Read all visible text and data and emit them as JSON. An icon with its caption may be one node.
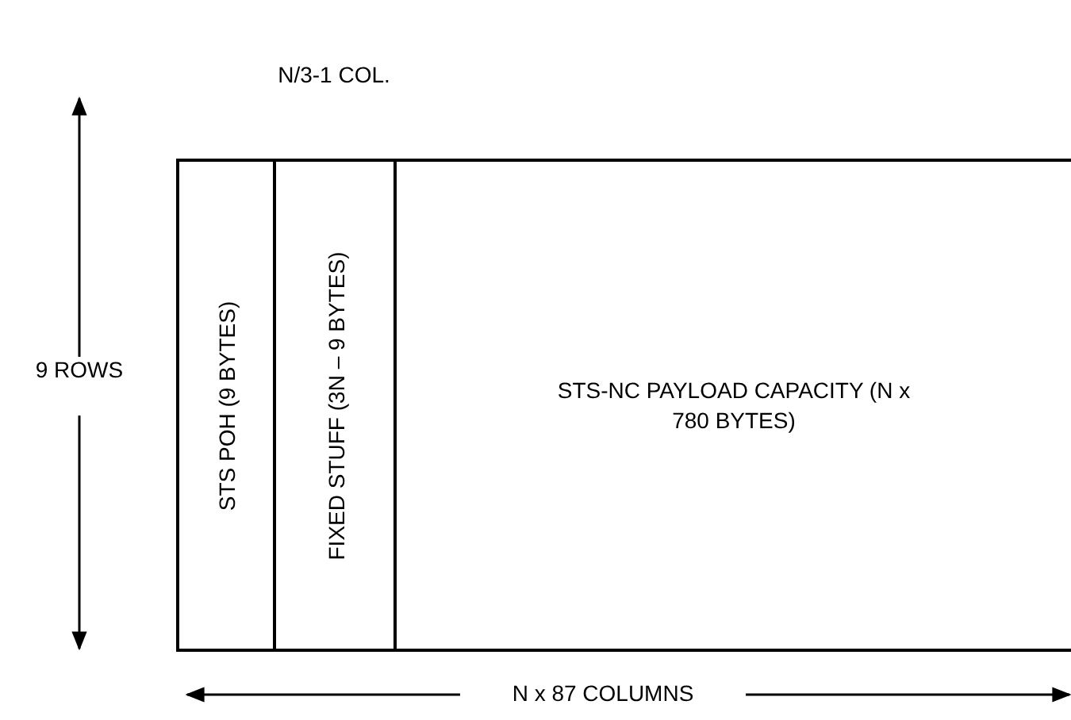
{
  "diagram": {
    "nodes": [
      {
        "text": [
          "STS POH (9 BYTES)"
        ]
      },
      {
        "text": [
          "FIXED STUFF (3N – 9 BYTES)"
        ]
      },
      {
        "text": [
          "STS-NC PAYLOAD CAPACITY (N x 780 BYTES)"
        ]
      }
    ],
    "labels": [
      "N/3-1 COL.",
      "9 ROWS",
      "N x 87 COLUMNS"
    ]
  }
}
